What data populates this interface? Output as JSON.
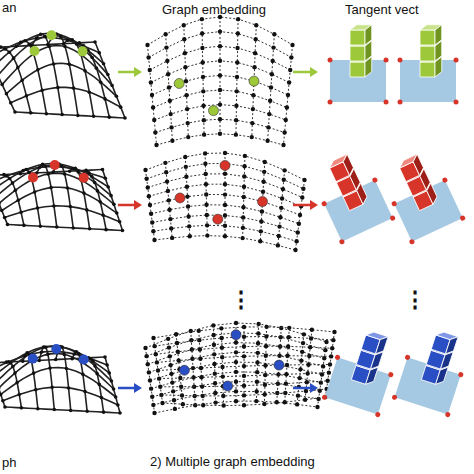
{
  "diagram": {
    "labels": [
      "an",
      "Graph embedding",
      "Tangent vect",
      "⋮",
      "⋮",
      "ph",
      "2) Multiple graph embedding"
    ]
  }
}
